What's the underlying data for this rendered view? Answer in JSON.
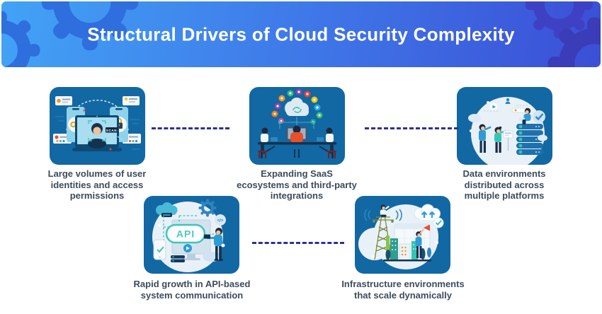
{
  "title": "Structural Drivers of Cloud Security Complexity",
  "cards": [
    {
      "id": "identity",
      "caption": "Large volumes of user\nidentities and access\npermissions"
    },
    {
      "id": "saas",
      "caption": "Expanding SaaS\necosystems and third-party\nintegrations"
    },
    {
      "id": "data",
      "caption": "Data environments\ndistributed across\nmultiple platforms"
    },
    {
      "id": "api",
      "caption": "Rapid growth in API-based\nsystem communication"
    },
    {
      "id": "infra",
      "caption": "Infrastructure environments\nthat scale dynamically"
    }
  ],
  "illustrations": {
    "identity": {
      "name": "user-identity-scan-illustration",
      "scan_label": "SCAN"
    },
    "saas": {
      "name": "saas-cloud-collaboration-illustration"
    },
    "data": {
      "name": "distributed-data-servers-illustration"
    },
    "api": {
      "name": "api-communication-illustration",
      "api_label": "API",
      "code_glyph": "</>"
    },
    "infra": {
      "name": "scaling-infrastructure-illustration"
    }
  },
  "colors": {
    "header_gradient_left": "#42a3f5",
    "header_gradient_right": "#3b4fd6",
    "header_gear_left": "#2f6edd",
    "header_gear_right": "#3b3fbb",
    "card_background": "#1268a3",
    "caption_text": "#3c4c5c",
    "connector": "#2e3192",
    "accent_teal": "#35c4b5",
    "title_text": "#ffffff"
  }
}
